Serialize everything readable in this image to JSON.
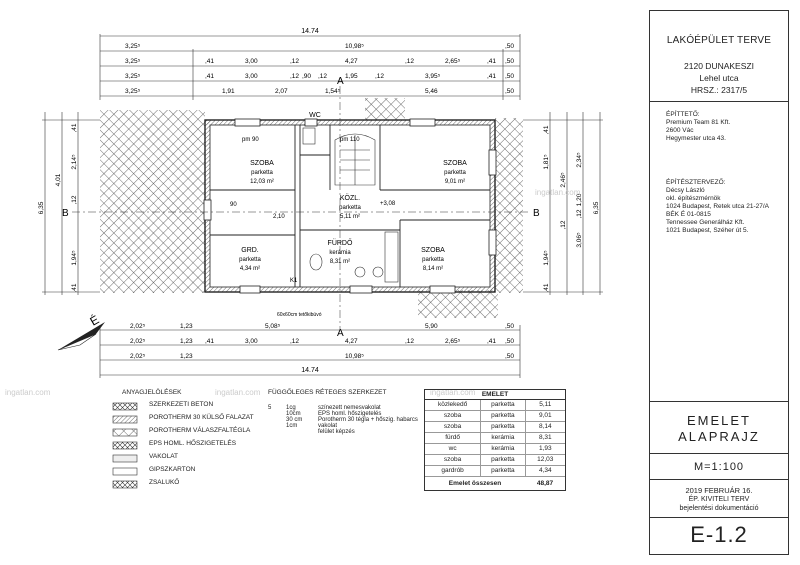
{
  "titleblock": {
    "project_title": "LAKÓÉPÜLET TERVE",
    "address_line1": "2120 DUNAKESZI",
    "address_line2": "Lehel utca",
    "address_line3": "HRSZ.: 2317/5",
    "builder_label": "ÉPÍTTETŐ:",
    "builder_lines": [
      "Premium Team 81 Kft.",
      "2600 Vác",
      "Hegymester utca 43."
    ],
    "designer_label": "ÉPÍTÉSZTERVEZŐ:",
    "designer_lines": [
      "Décsy László",
      "okl. építészmérnök",
      "1024 Budapest, Retek utca 21-27/A",
      "BÉK É 01-0815",
      "Tennessee Generálház Kft.",
      "1021 Budapest, Széher út 5."
    ],
    "sheet_title_line1": "EMELET",
    "sheet_title_line2": "ALAPRAJZ",
    "scale": "M=1:100",
    "date": "2019 FEBRUÁR 16.",
    "phase_line1": "ÉP. KIVITELI TERV",
    "phase_line2": "bejelentési dokumentáció",
    "sheet_code": "E-1.2"
  },
  "dimensions": {
    "top_total": "14.74",
    "top_row1": [
      "3,25⁵",
      "10,98⁵",
      ",50"
    ],
    "top_row2": [
      "3,25⁵",
      ",41",
      "3,00",
      ",12",
      "4,27",
      ",12",
      "2,65⁵",
      ",41",
      ",50"
    ],
    "top_row3": [
      "3,25⁵",
      ",41",
      "3,00",
      ",12",
      ",90",
      ",12",
      "1,95",
      ",12",
      "3,95⁵",
      ",41",
      ",50"
    ],
    "top_row4": [
      "3,25⁵",
      "1,91",
      "2,07",
      "1,54⁵",
      "5,46",
      ",50"
    ],
    "bottom_row1": [
      "2,02⁵",
      "1,23",
      "5,08⁵",
      "5,90",
      ",50"
    ],
    "bottom_row2": [
      "2,02⁵",
      "1,23",
      ",41",
      "3,00",
      ",12",
      "4,27",
      ",12",
      "2,65⁵",
      ",41",
      ",50"
    ],
    "bottom_row3": [
      "2,02⁵",
      "1,23",
      "10,98⁵",
      ",50"
    ],
    "bottom_total": "14.74",
    "left_total": "6,35",
    "left_inner": "4,01",
    "left_parts": [
      ",41",
      "2,14⁵",
      ",12",
      "1,94⁵",
      ",41"
    ],
    "right_total": "6,35",
    "right_parts": [
      ",41",
      "1,81⁵",
      "2,46⁵",
      ",12",
      "1,94⁵",
      ",41"
    ],
    "right_parts2": [
      "2,34⁵",
      "3,06⁵",
      "1,20",
      ",12"
    ]
  },
  "rooms": [
    {
      "name": "SZOBA",
      "floor": "parketta",
      "area": "12,03 m²"
    },
    {
      "name": "SZOBA",
      "floor": "parketta",
      "area": "9,01 m²"
    },
    {
      "name": "KÖZL.",
      "floor": "parketta",
      "area": "5,11 m²"
    },
    {
      "name": "WC",
      "floor": "",
      "area": ""
    },
    {
      "name": "GRD.",
      "floor": "parketta",
      "area": "4,34 m²"
    },
    {
      "name": "FÜRDŐ",
      "floor": "kerámia",
      "area": "8,31 m²"
    },
    {
      "name": "SZOBA",
      "floor": "parketta",
      "area": "8,14 m²"
    }
  ],
  "plan_labels": {
    "section_a": "A",
    "section_b": "B",
    "north": "É",
    "door_pm90": "pm 90",
    "chimney": "60x60cm tetőkibúvó",
    "k1": "K1",
    "level": "+3,08",
    "pm_110": "pm 110",
    "d90": "90",
    "d210": "2,10"
  },
  "legend": {
    "title": "ANYAGJELÖLÉSEK",
    "items": [
      "SZERKEZETI BETON",
      "POROTHERM 30 KÜLSŐ FALAZAT",
      "POROTHERM VÁLASZFALTÉGLA",
      "EPS HOML. HŐSZIGETELÉS",
      "VAKOLAT",
      "GIPSZKARTON",
      "ZSALUKŐ"
    ]
  },
  "vertical_structure": {
    "title": "FÜGGŐLEGES RÉTEGES SZERKEZET",
    "index": "5",
    "thicknesses": [
      "1cg",
      "10cm",
      "30 cm",
      "1cm"
    ],
    "layers": [
      "színezett nemesvakolat",
      "EPS homl. hőszigetelés",
      "Porotherm 30 tégla + hőszig. habarcs",
      "vakolat",
      "felület képzés"
    ]
  },
  "area_table": {
    "title": "EMELET",
    "rows": [
      [
        "közlekedő",
        "parketta",
        "5,11"
      ],
      [
        "szoba",
        "parketta",
        "9,01"
      ],
      [
        "szoba",
        "parketta",
        "8,14"
      ],
      [
        "fürdő",
        "kerámia",
        "8,31"
      ],
      [
        "wc",
        "kerámia",
        "1,93"
      ],
      [
        "szoba",
        "parketta",
        "12,03"
      ],
      [
        "gardrób",
        "parketta",
        "4,34"
      ]
    ],
    "total_label": "Emelet összesen",
    "total_value": "48,87"
  },
  "watermark": "ingatlan.com"
}
